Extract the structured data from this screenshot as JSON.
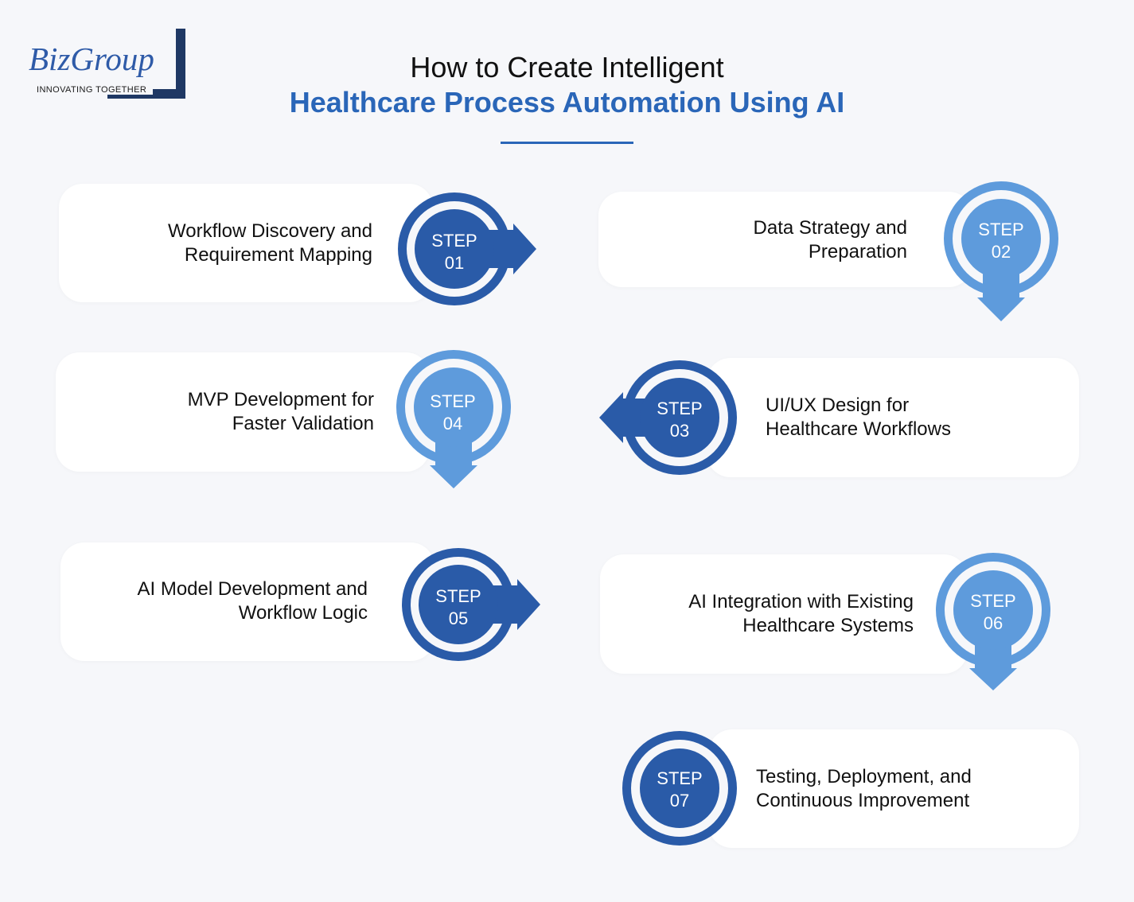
{
  "logo": {
    "wordmark": "BizGroup",
    "tagline": "INNOVATING TOGETHER"
  },
  "header": {
    "title_line1": "How to Create Intelligent",
    "title_line2": "Healthcare Process Automation Using AI"
  },
  "colors": {
    "dark_blue": "#2a5ba8",
    "light_blue": "#5e9bdc",
    "accent": "#2a66b8"
  },
  "steps": [
    {
      "badge_word": "STEP",
      "number": "01",
      "label_line1": "Workflow Discovery and",
      "label_line2": "Requirement Mapping",
      "arrow": "right",
      "tone": "dark"
    },
    {
      "badge_word": "STEP",
      "number": "02",
      "label_line1": "Data Strategy and",
      "label_line2": "Preparation",
      "arrow": "down",
      "tone": "light"
    },
    {
      "badge_word": "STEP",
      "number": "03",
      "label_line1": "UI/UX Design for",
      "label_line2": "Healthcare Workflows",
      "arrow": "left",
      "tone": "dark"
    },
    {
      "badge_word": "STEP",
      "number": "04",
      "label_line1": "MVP Development for",
      "label_line2": "Faster Validation",
      "arrow": "down",
      "tone": "light"
    },
    {
      "badge_word": "STEP",
      "number": "05",
      "label_line1": "AI Model Development and",
      "label_line2": "Workflow Logic",
      "arrow": "right",
      "tone": "dark"
    },
    {
      "badge_word": "STEP",
      "number": "06",
      "label_line1": "AI Integration with Existing",
      "label_line2": "Healthcare Systems",
      "arrow": "down",
      "tone": "light"
    },
    {
      "badge_word": "STEP",
      "number": "07",
      "label_line1": "Testing, Deployment, and",
      "label_line2": "Continuous Improvement",
      "arrow": "none",
      "tone": "dark"
    }
  ]
}
